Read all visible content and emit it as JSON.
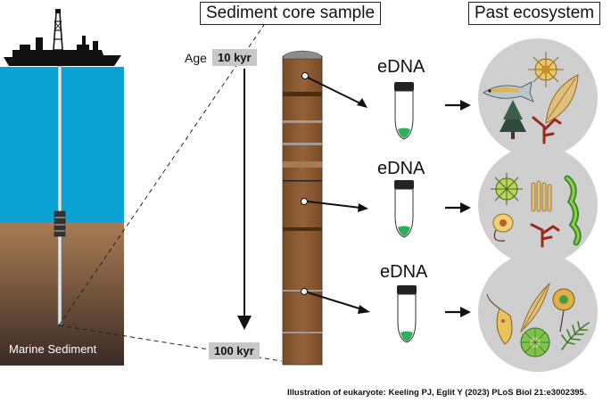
{
  "titles": {
    "sediment_core": "Sediment core sample",
    "past_ecosystem": "Past ecosystem"
  },
  "age": {
    "label": "Age",
    "top": "10 kyr",
    "bottom": "100 kyr"
  },
  "edna_labels": [
    "eDNA",
    "eDNA",
    "eDNA"
  ],
  "marine_sediment": "Marine Sediment",
  "credit": "Illustration of eukaryote: Keeling PJ, Eglit Y (2023) PLoS Biol 21:e3002395.",
  "colors": {
    "ocean": "#0aa3d4",
    "sediment_top": "#a57a52",
    "sediment_bottom": "#3b2d26",
    "core_brown": "#8a5a2e",
    "core_band": "#4a2e14",
    "circle_bg": "#cfcfcf",
    "edna_green": "#2fae5c"
  }
}
